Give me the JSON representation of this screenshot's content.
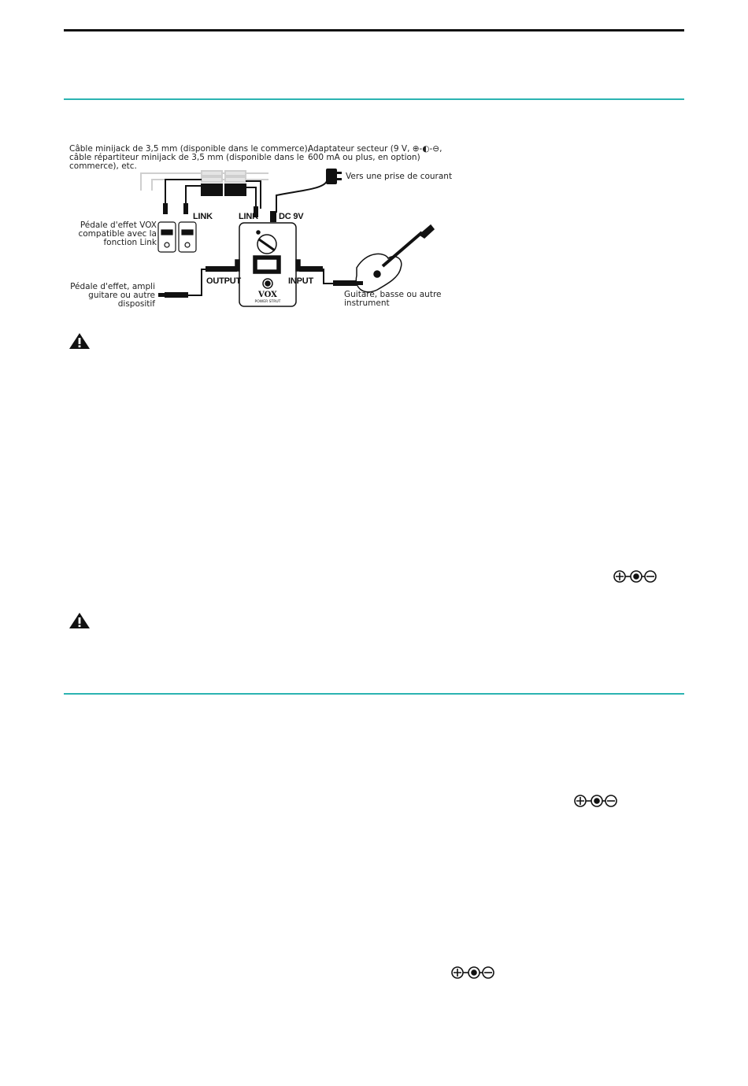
{
  "diagram": {
    "cable_label": "Câble minijack de 3,5 mm (disponible dans le commerce),\ncâble répartiteur minijack de 3,5 mm (disponible dans le\ncommerce), etc.",
    "adapter_label": "Adaptateur secteur (9 V, ⊕-◐-⊖,\n600 mA ou plus, en option)",
    "outlet_label": "Vers une prise de courant",
    "vox_pedal_label": "Pédale d'effet VOX\ncompatible avec la\nfonction Link",
    "output_device_label": "Pédale d'effet, ampli\nguitare ou autre\ndispositif",
    "instrument_label": "Guitare, basse ou autre\ninstrument",
    "jacks": {
      "link_left": "LINK",
      "link_right": "LINK",
      "dc": "DC 9V",
      "output": "OUTPUT",
      "input": "INPUT"
    },
    "pedal_brand": "VOX",
    "pedal_model": "POWER STRUT"
  },
  "icons": {
    "warning_1": "warning-icon",
    "warning_2": "warning-icon",
    "polarity": "dc-polarity-icon"
  }
}
